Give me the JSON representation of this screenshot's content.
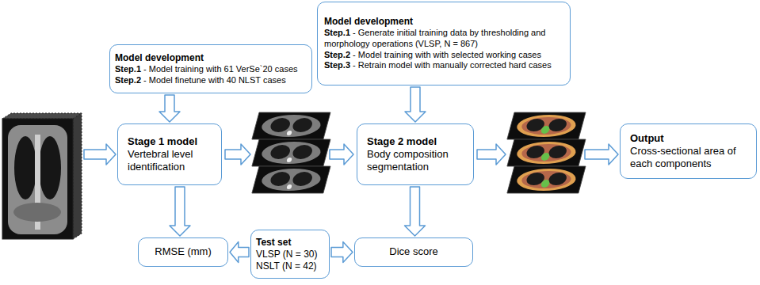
{
  "diagram": {
    "nodes": [
      {
        "text": [
          "Model development",
          "Step.1 - Model training with 61 VerSe`20 cases",
          "Step.2 - Model finetune with 40 NLST cases"
        ]
      },
      {
        "text": [
          "Model development",
          "Step.1 - Generate initial training data by thresholding and morphology operations (VLSP, N = 867)",
          "Step.2 - Model training with with selected working cases",
          "Step.3 - Retrain model with manually corrected hard cases"
        ]
      },
      {
        "text": [
          "Stage 1 model",
          "Vertebral level identification"
        ]
      },
      {
        "text": [
          "Stage 2 model",
          "Body composition segmentation"
        ]
      },
      {
        "text": [
          "Output",
          "Cross-sectional area of each components"
        ]
      },
      {
        "text": [
          "RMSE (mm)"
        ]
      },
      {
        "text": [
          "Test set",
          "VLSP (N = 30)",
          "NSLT (N = 42)"
        ]
      },
      {
        "text": [
          "Dice score"
        ]
      }
    ],
    "edges": [
      {
        "from": 0,
        "to": 2,
        "arrow": "to"
      },
      {
        "from": 1,
        "to": 3,
        "arrow": "to"
      },
      {
        "from": 2,
        "to": 5,
        "arrow": "to"
      },
      {
        "from": 3,
        "to": 7,
        "arrow": "to"
      },
      {
        "from": 6,
        "to": 5,
        "arrow": "to"
      },
      {
        "from": 6,
        "to": 7,
        "arrow": "to"
      }
    ]
  }
}
